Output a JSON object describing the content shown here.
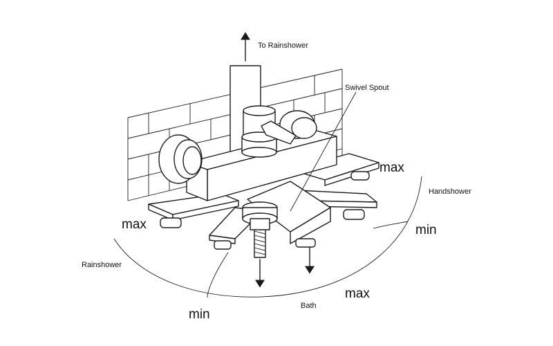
{
  "labels": {
    "to_rainshower": "To Rainshower",
    "swivel_spout": "Swivel Spout",
    "handshower": "Handshower",
    "rainshower": "Rainshower",
    "bath": "Bath",
    "max_right": "max",
    "max_left": "max",
    "max_bottom": "max",
    "min_right": "min",
    "min_bottom": "min"
  },
  "colors": {
    "line": "#1a1a1a",
    "background": "#ffffff"
  }
}
